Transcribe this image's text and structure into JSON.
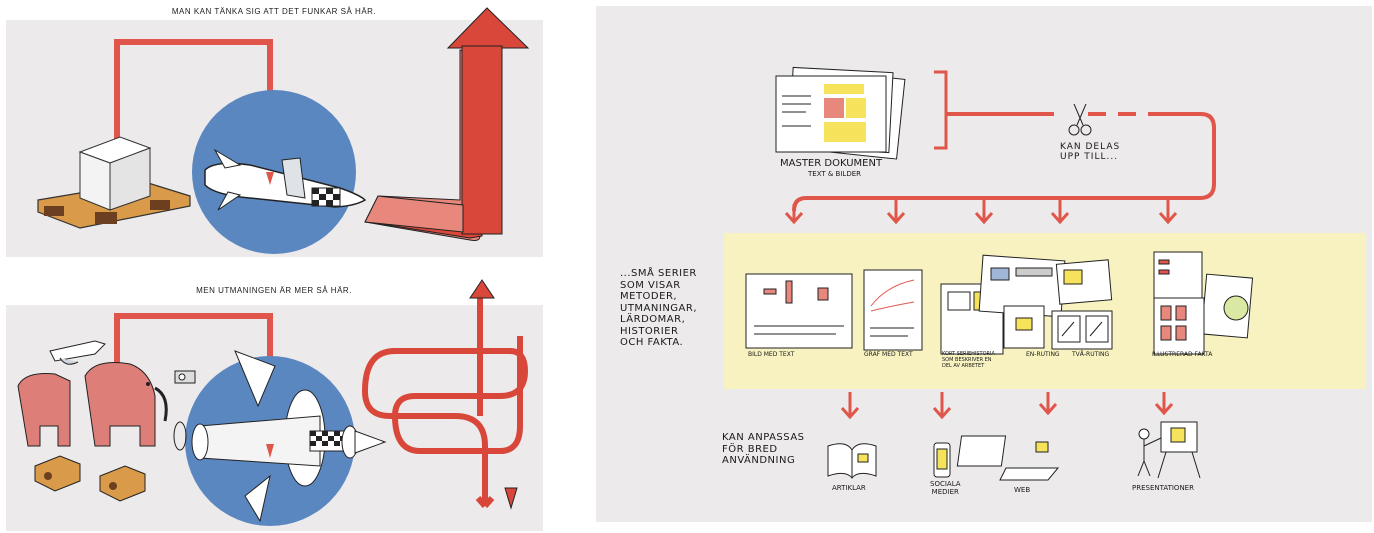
{
  "left": {
    "top_caption": "MAN KAN TÄNKA SIG ATT DET FUNKAR SÅ HÄR.",
    "bottom_caption": "MEN UTMANINGEN ÄR MER SÅ HÄR."
  },
  "right": {
    "master_title": "MASTER DOKUMENT",
    "master_sub": "TEXT & BILDER",
    "split_label": "KAN DELAS\nUPP TILL...",
    "series_label": "...SMÅ SERIER\nSOM VISAR\nMETODER,\nUTMANINGAR,\nLÄRDOMAR,\nHISTORIER\nOCH FAKTA.",
    "items": [
      "BILD MED TEXT",
      "GRAF MED TEXT",
      "KORT SERIEHISTORIA\nSOM BESKRIVER EN\nDEL AV ARBETET",
      "EN-RUTING",
      "TVÅ-RUTING",
      "ILLUSTRERAD FAKTA"
    ],
    "adapt_label": "KAN ANPASSAS\nFÖR BRED\nANVÄNDNING",
    "outputs": [
      "ARTIKLAR",
      "SOCIALA\nMEDIER",
      "WEB",
      "PRESENTATIONER"
    ]
  },
  "colors": {
    "panel_gray": "#eceaeb",
    "arrow_red": "#e1564a",
    "circle_blue": "#5b87c0",
    "highlight_yellow": "#f7f2c0",
    "elephant_pink": "#dd7f78",
    "pallet_orange": "#d99a4a"
  }
}
